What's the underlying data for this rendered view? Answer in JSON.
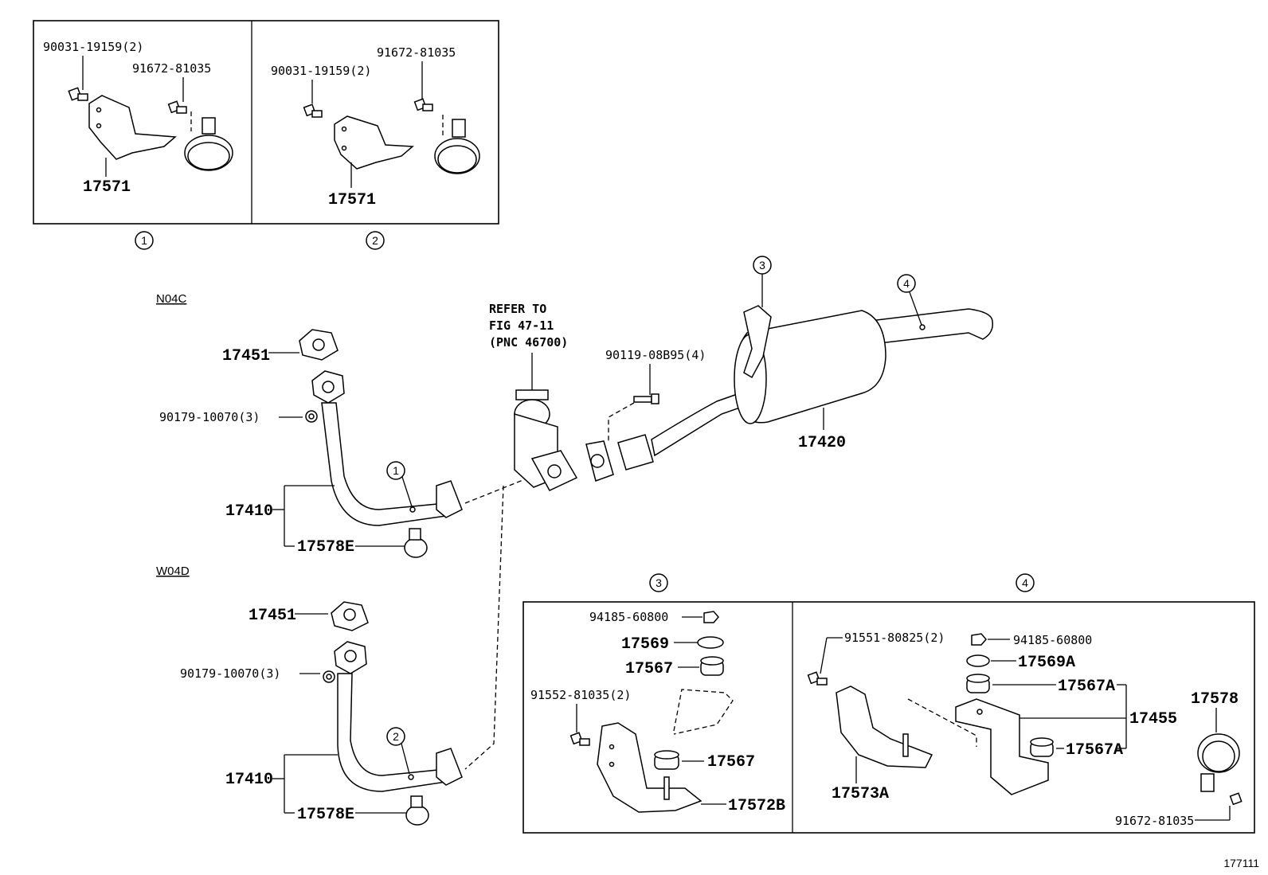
{
  "figure_number": "177111",
  "engines": {
    "n04c": "N04C",
    "w04d": "W04D"
  },
  "callouts": {
    "c1": "1",
    "c2": "2",
    "c3": "3",
    "c4": "4"
  },
  "refer": {
    "line1": "REFER TO",
    "line2": "FIG 47-11",
    "line3": "(PNC 46700)"
  },
  "box1": {
    "bolt": "90031-19159(2)",
    "clamp_bolt": "91672-81035",
    "bracket": "17571"
  },
  "box2": {
    "bolt": "90031-19159(2)",
    "clamp_bolt": "91672-81035",
    "bracket": "17571"
  },
  "main": {
    "gasket_top": "17451",
    "nut_top": "90179-10070(3)",
    "pipe_top": "17410",
    "clamp_top": "17578E",
    "gasket_bottom": "17451",
    "nut_bottom": "90179-10070(3)",
    "pipe_bottom": "17410",
    "clamp_bottom": "17578E",
    "bolt_center": "90119-08B95(4)",
    "muffler": "17420"
  },
  "box3": {
    "nut": "94185-60800",
    "washer": "17569",
    "cushion_top": "17567",
    "bolt": "91552-81035(2)",
    "cushion_bottom": "17567",
    "bracket": "17572B"
  },
  "box4": {
    "bolt": "91551-80825(2)",
    "nut": "94185-60800",
    "washer": "17569A",
    "cushion_top": "17567A",
    "support": "17455",
    "cushion_bottom": "17567A",
    "bracket": "17573A",
    "clamp": "17578",
    "clamp_bolt": "91672-81035"
  }
}
